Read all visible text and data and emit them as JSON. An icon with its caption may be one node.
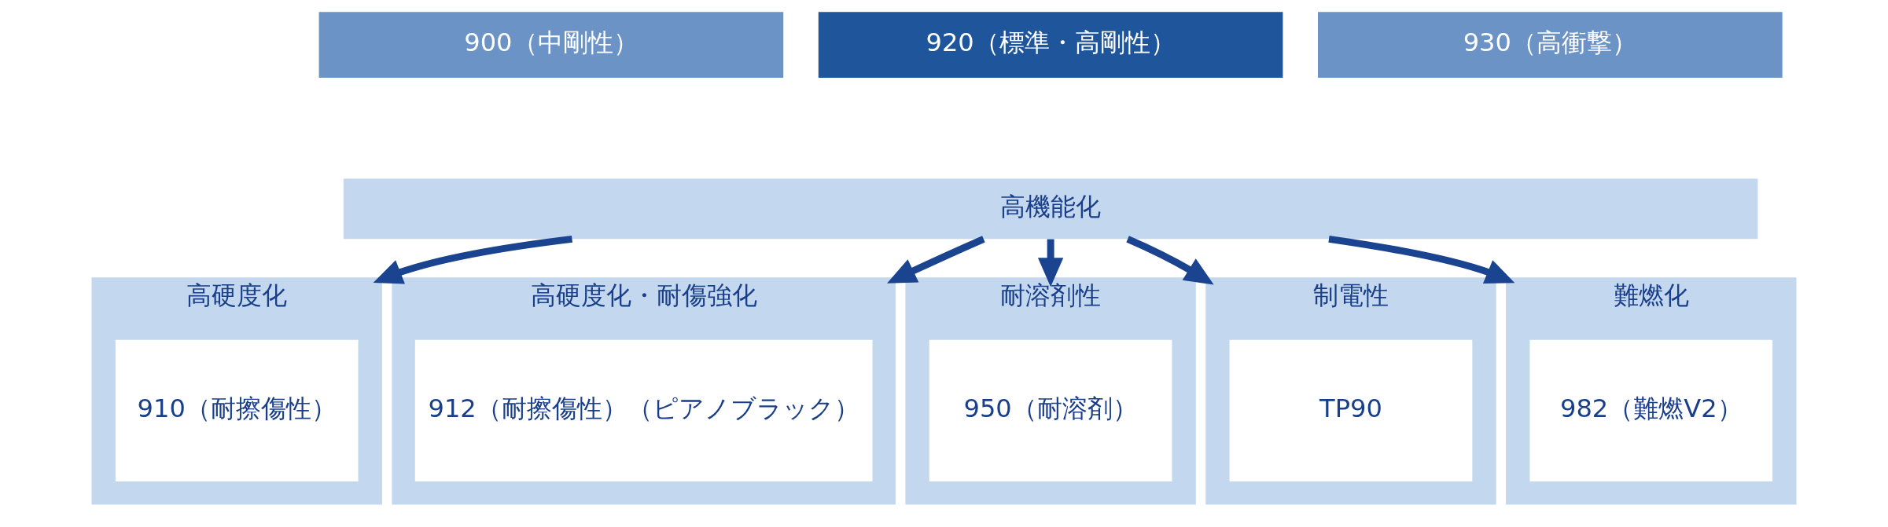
{
  "diagram": {
    "nodes": [
      {
        "text": [
          "900（中剛性）"
        ]
      },
      {
        "text": [
          "920（標準・高剛性）"
        ]
      },
      {
        "text": [
          "930（高衝撃）"
        ]
      },
      {
        "text": [
          "高機能化"
        ]
      },
      {
        "text": [
          "高硬度化"
        ]
      },
      {
        "text": [
          "910（耐擦傷性）"
        ],
        "in": 4
      },
      {
        "text": [
          "高硬度化・耐傷強化"
        ]
      },
      {
        "text": [
          "912（耐擦傷性）（ピアノブラック）"
        ],
        "in": 6
      },
      {
        "text": [
          "耐溶剤性"
        ]
      },
      {
        "text": [
          "950（耐溶剤）"
        ],
        "in": 8
      },
      {
        "text": [
          "制電性"
        ]
      },
      {
        "text": [
          "TP90"
        ],
        "in": 10
      },
      {
        "text": [
          "難燃化"
        ]
      },
      {
        "text": [
          "982（難燃V2）"
        ],
        "in": 12
      }
    ],
    "edges": [
      {
        "from": 3,
        "to": 4,
        "arrow": "to"
      },
      {
        "from": 3,
        "to": 6,
        "arrow": "to"
      },
      {
        "from": 3,
        "to": 8,
        "arrow": "to"
      },
      {
        "from": 3,
        "to": 10,
        "arrow": "to"
      },
      {
        "from": 3,
        "to": 12,
        "arrow": "to"
      }
    ]
  }
}
